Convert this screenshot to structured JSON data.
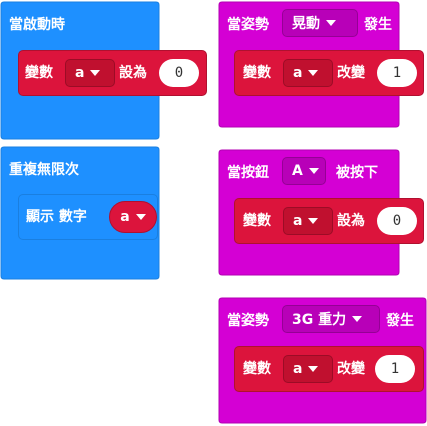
{
  "colors": {
    "blue": "#1e90ff",
    "purple": "#d400d4",
    "red": "#dc143c"
  },
  "blocks": {
    "on_start": {
      "label": "當啟動時",
      "set_var": {
        "label": "變數",
        "var": "a",
        "op": "設為",
        "value": "0"
      }
    },
    "forever": {
      "label": "重複無限次",
      "show": {
        "label": "顯示 數字",
        "var": "a"
      }
    },
    "on_gesture_shake": {
      "label": "當姿勢",
      "gesture": "晃動",
      "suffix": "發生",
      "change_var": {
        "label": "變數",
        "var": "a",
        "op": "改變",
        "value": "1"
      }
    },
    "on_button": {
      "label": "當按鈕",
      "button": "A",
      "suffix": "被按下",
      "set_var": {
        "label": "變數",
        "var": "a",
        "op": "設為",
        "value": "0"
      }
    },
    "on_gesture_3g": {
      "label": "當姿勢",
      "gesture": "3G 重力",
      "suffix": "發生",
      "change_var": {
        "label": "變數",
        "var": "a",
        "op": "改變",
        "value": "1"
      }
    }
  }
}
